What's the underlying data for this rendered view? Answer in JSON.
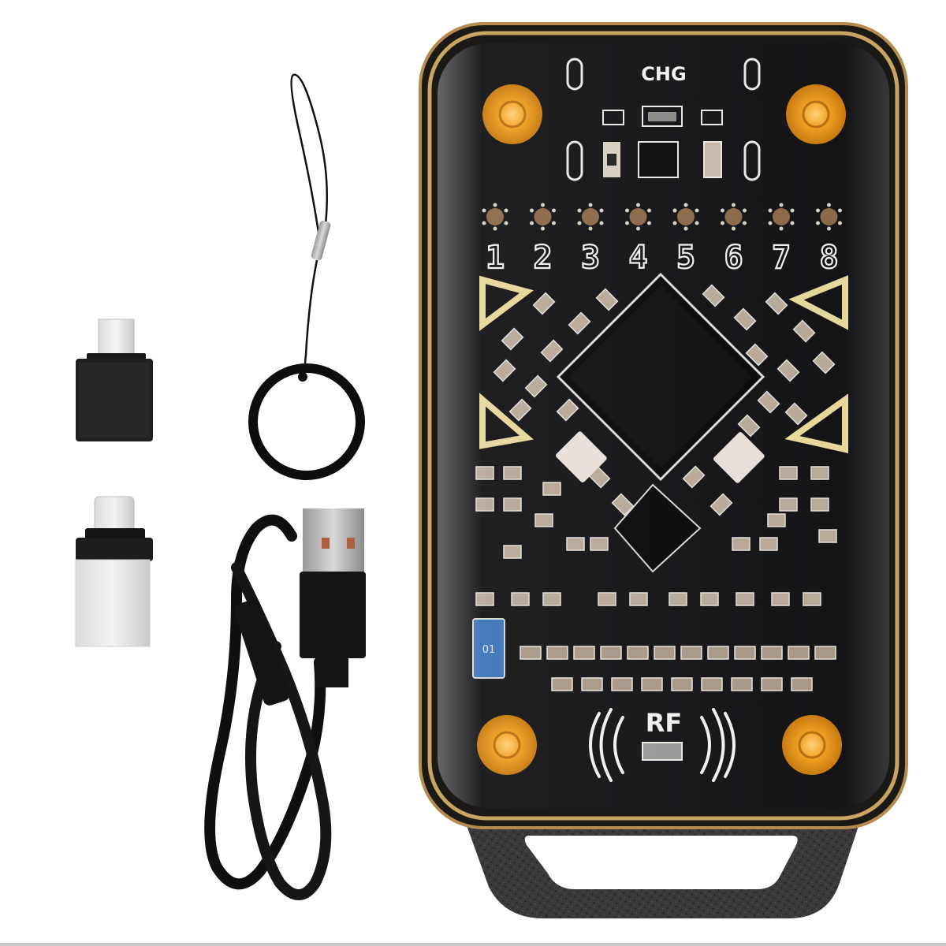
{
  "scene": {
    "description": "Product photo of an RF/NFC card-reader key fob with accessories on a white background",
    "background_color": "#ffffff"
  },
  "device": {
    "label_top": "CHG",
    "label_bottom": "RF",
    "channel_numbers": [
      "1",
      "2",
      "3",
      "4",
      "5",
      "6",
      "7",
      "8"
    ],
    "blue_component_label": "01",
    "colors": {
      "pcb": "#141316",
      "gold_trim": "#c9a463",
      "mount_pads": "#f0a020",
      "silkscreen": "#f0f0ec",
      "strap": "#3a3a3c"
    }
  },
  "accessories": {
    "items": [
      {
        "name": "Micro-USB OTG adapter",
        "color": "black"
      },
      {
        "name": "USB-C OTG adapter",
        "color": "silver"
      },
      {
        "name": "Lanyard with ring",
        "color": "black"
      },
      {
        "name": "USB cable",
        "color": "black"
      }
    ]
  }
}
